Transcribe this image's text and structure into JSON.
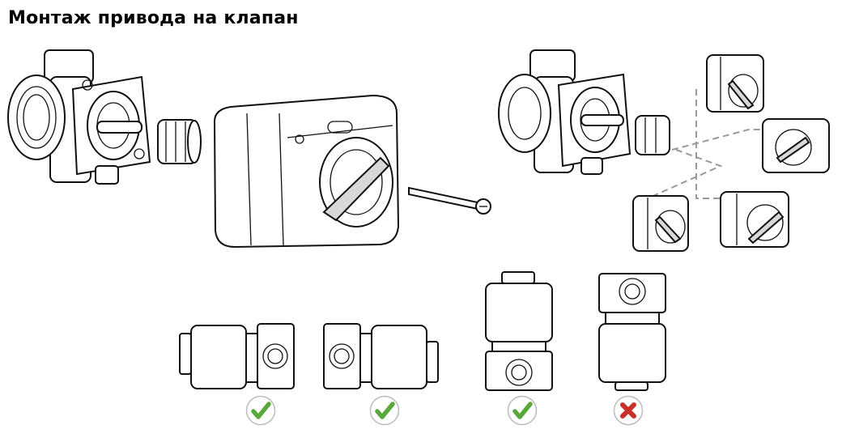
{
  "title": "Монтаж привода на клапан",
  "markers": [
    {
      "status": "ok",
      "icon": "check-icon"
    },
    {
      "status": "ok",
      "icon": "check-icon"
    },
    {
      "status": "ok",
      "icon": "check-icon"
    },
    {
      "status": "wrong",
      "icon": "cross-icon"
    }
  ],
  "colors": {
    "ok": "#5aa83c",
    "wrong": "#c8322a",
    "ring": "#bbbbbb",
    "dash": "#999999"
  }
}
